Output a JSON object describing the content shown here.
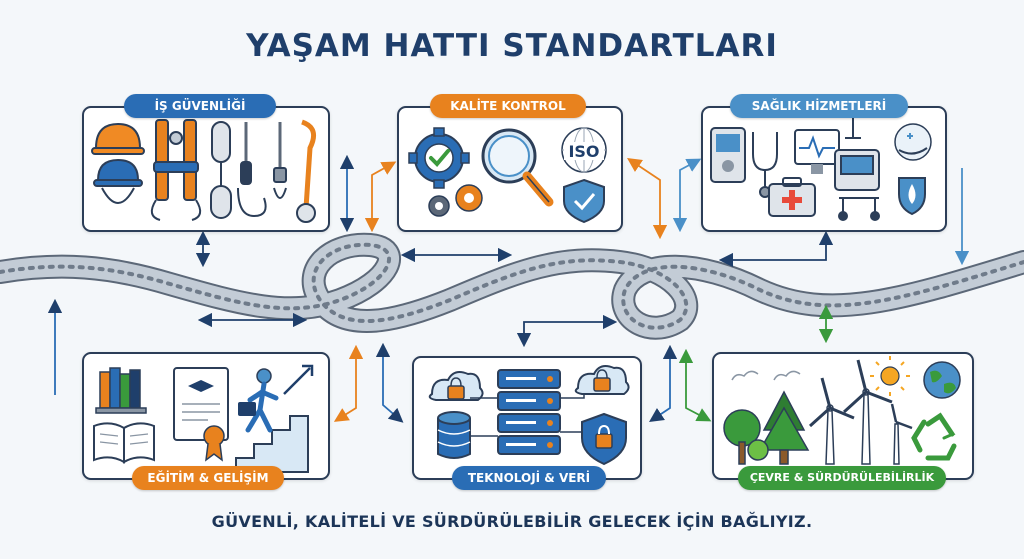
{
  "title": "YAŞAM HATTI STANDARTLARI",
  "footer": "GÜVENLİ, KALİTELİ VE SÜRDÜRÜLEBİLİR GELECEK İÇİN BAĞLIYIZ.",
  "colors": {
    "navy": "#1f3f6b",
    "blue": "#2a6db5",
    "orange": "#e8821e",
    "sky": "#4a90c8",
    "green": "#3a9a3c",
    "rope": "#9aa6b4"
  },
  "panels": [
    {
      "id": "is-guvenligi",
      "label": "İŞ GÜVENLİĞİ",
      "color": "#2a6db5",
      "icons": [
        "hard-hat-icon",
        "safety-harness-icon",
        "carabiner-icon",
        "lanyard-icon"
      ]
    },
    {
      "id": "kalite-kontrol",
      "label": "KALİTE KONTROL",
      "color": "#e8821e",
      "icons": [
        "gear-check-icon",
        "magnifier-icon",
        "iso-badge-icon",
        "shield-check-icon"
      ],
      "iso_text": "ISO"
    },
    {
      "id": "saglik-hizmetleri",
      "label": "SAĞLIK HİZMETLERİ",
      "color": "#4a90c8",
      "icons": [
        "medical-monitor-icon",
        "stethoscope-icon",
        "first-aid-kit-icon",
        "hospital-bed-icon",
        "care-hand-icon"
      ]
    },
    {
      "id": "egitim-gelisim",
      "label": "EĞİTİM & GELİŞİM",
      "color": "#e8821e",
      "icons": [
        "books-icon",
        "open-book-icon",
        "certificate-icon",
        "climbing-stairs-icon"
      ]
    },
    {
      "id": "teknoloji-veri",
      "label": "TEKNOLOJİ & VERİ",
      "color": "#2a6db5",
      "icons": [
        "cloud-lock-icon",
        "database-icon",
        "server-rack-icon",
        "shield-lock-icon"
      ]
    },
    {
      "id": "cevre-surdurulebilirlik",
      "label": "ÇEVRE & SÜRDÜRÜLEBİLİRLİK",
      "color": "#3a9a3c",
      "icons": [
        "trees-icon",
        "wind-turbine-icon",
        "sun-icon",
        "globe-icon",
        "recycle-icon"
      ]
    }
  ]
}
